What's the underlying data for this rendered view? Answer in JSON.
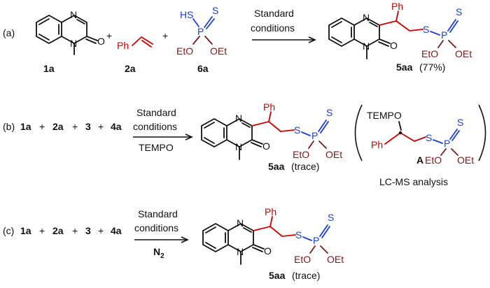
{
  "colors": {
    "black": "#111111",
    "red": "#cc0000",
    "brown": "#7a1a1a",
    "blue": "#1a3fd6"
  },
  "rowA": {
    "label": "(a)",
    "reagent1_label": "1a",
    "reagent2_label": "2a",
    "reagent3_label": "6a",
    "plus": "+",
    "arrow_line1": "Standard",
    "arrow_line2": "conditions",
    "product_label": "5aa",
    "product_yield": "(77%)"
  },
  "rowB": {
    "label": "(b)",
    "reactants": [
      "1a",
      "2a",
      "3",
      "4a"
    ],
    "plus": "+",
    "arrow_line1": "Standard",
    "arrow_line2": "conditions",
    "arrow_below": "TEMPO",
    "product_label": "5aa",
    "product_note": "(trace)",
    "intermediate_label": "A",
    "intermediate_group": "TEMPO",
    "analysis": "LC-MS analysis"
  },
  "rowC": {
    "label": "(c)",
    "reactants": [
      "1a",
      "2a",
      "3",
      "4a"
    ],
    "plus": "+",
    "arrow_line1": "Standard",
    "arrow_line2": "conditions",
    "arrow_below": "N",
    "arrow_below_sub": "2",
    "product_label": "5aa",
    "product_note": "(trace)"
  },
  "atoms": {
    "N": "N",
    "O": "O",
    "S": "S",
    "P": "P",
    "HS": "HS",
    "Ph": "Ph",
    "EtO": "EtO",
    "OEt": "OEt"
  }
}
